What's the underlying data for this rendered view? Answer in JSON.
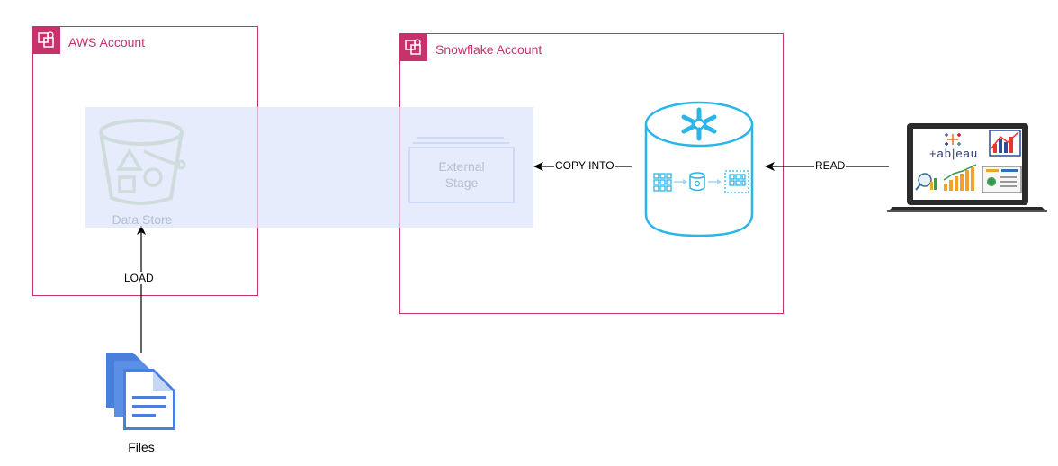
{
  "groups": {
    "aws": {
      "label": "AWS Account"
    },
    "snowflake": {
      "label": "Snowflake Account"
    }
  },
  "nodes": {
    "data_store": {
      "label": "Data Store"
    },
    "external_stage": {
      "label_line1": "External",
      "label_line2": "Stage"
    },
    "files": {
      "label": "Files"
    },
    "laptop_brand": "+ab|eau"
  },
  "edges": {
    "load": "LOAD",
    "copy_into": "COPY INTO",
    "read": "READ"
  },
  "colors": {
    "group_border": "#c7326c",
    "highlight_band": "#dce5fb",
    "snowflake_blue": "#29b5e8",
    "bucket_green": "#a9c98a",
    "files_blue": "#4a7fdc"
  }
}
